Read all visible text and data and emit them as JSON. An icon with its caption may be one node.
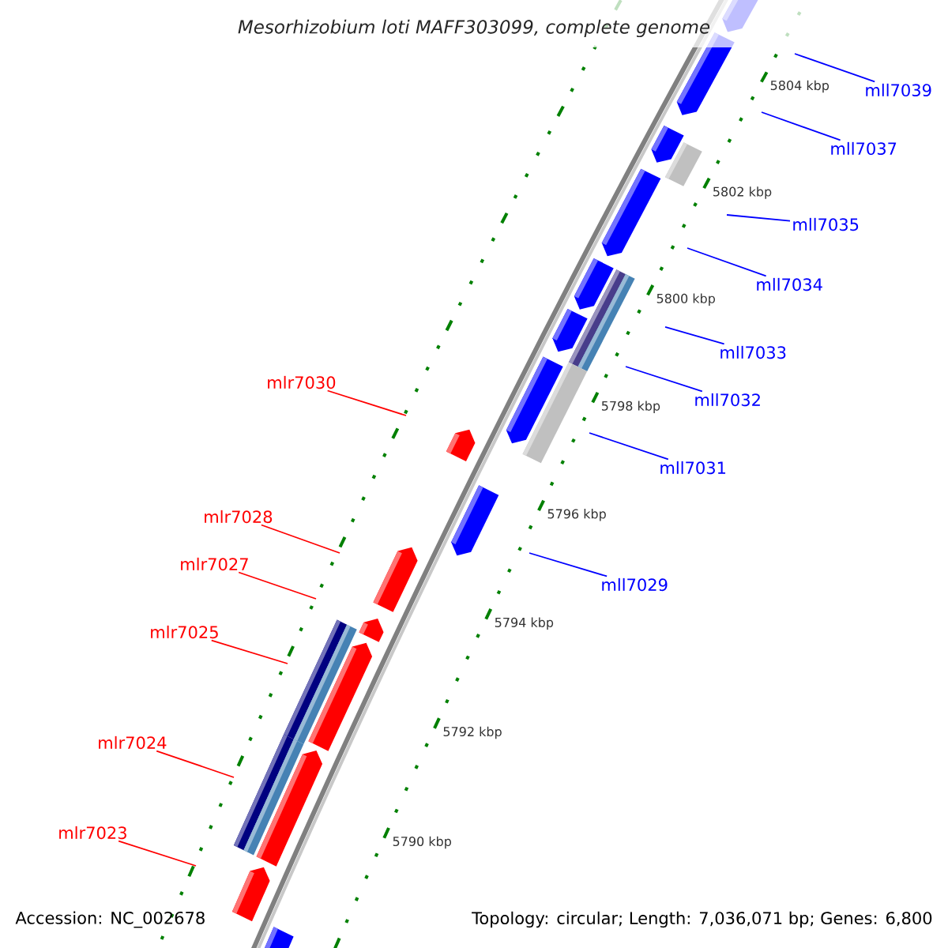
{
  "diagram": {
    "title": "Mesorhizobium loti MAFF303099, complete genome",
    "nodes": [
      {
        "text": [
          "mll7039"
        ]
      },
      {
        "text": [
          "mll7037"
        ]
      },
      {
        "text": [
          "mll7035"
        ]
      },
      {
        "text": [
          "mll7034"
        ]
      },
      {
        "text": [
          "mll7033"
        ]
      },
      {
        "text": [
          "mlr7030"
        ]
      },
      {
        "text": [
          "mll7032"
        ]
      },
      {
        "text": [
          "mll7031"
        ]
      },
      {
        "text": [
          "mlr7028"
        ]
      },
      {
        "text": [
          "mlr7027"
        ]
      },
      {
        "text": [
          "mll7029"
        ]
      },
      {
        "text": [
          "mlr7025"
        ]
      },
      {
        "text": [
          "mlr7024"
        ]
      },
      {
        "text": [
          "mlr7023"
        ]
      }
    ],
    "edges": [
      {
        "from": 0,
        "to": null,
        "arrow": "none"
      },
      {
        "from": 1,
        "to": null,
        "arrow": "none"
      },
      {
        "from": 2,
        "to": null,
        "arrow": "none"
      },
      {
        "from": 3,
        "to": null,
        "arrow": "none"
      },
      {
        "from": 4,
        "to": null,
        "arrow": "none"
      },
      {
        "from": 5,
        "to": null,
        "arrow": "none",
        "color": "#ff0000"
      },
      {
        "from": 6,
        "to": null,
        "arrow": "none"
      },
      {
        "from": 7,
        "to": null,
        "arrow": "none"
      },
      {
        "from": 8,
        "to": null,
        "arrow": "none",
        "color": "#ff0000"
      },
      {
        "from": 9,
        "to": null,
        "arrow": "none",
        "color": "#ff0000"
      },
      {
        "from": 10,
        "to": null,
        "arrow": "none"
      },
      {
        "from": 11,
        "to": null,
        "arrow": "none",
        "color": "#ff0000"
      },
      {
        "from": 12,
        "to": null,
        "arrow": "none",
        "color": "#ff0000"
      },
      {
        "from": 13,
        "to": null,
        "arrow": "none",
        "color": "#ff0000"
      }
    ],
    "labels": [
      "5804 kbp",
      "5802 kbp",
      "5800 kbp",
      "5798 kbp",
      "5796 kbp",
      "5794 kbp",
      "5792 kbp",
      "5790 kbp",
      "Accession: NC_002678",
      "Topology: circular; Length: 7,036,071 bp; Genes: 6,800"
    ]
  }
}
